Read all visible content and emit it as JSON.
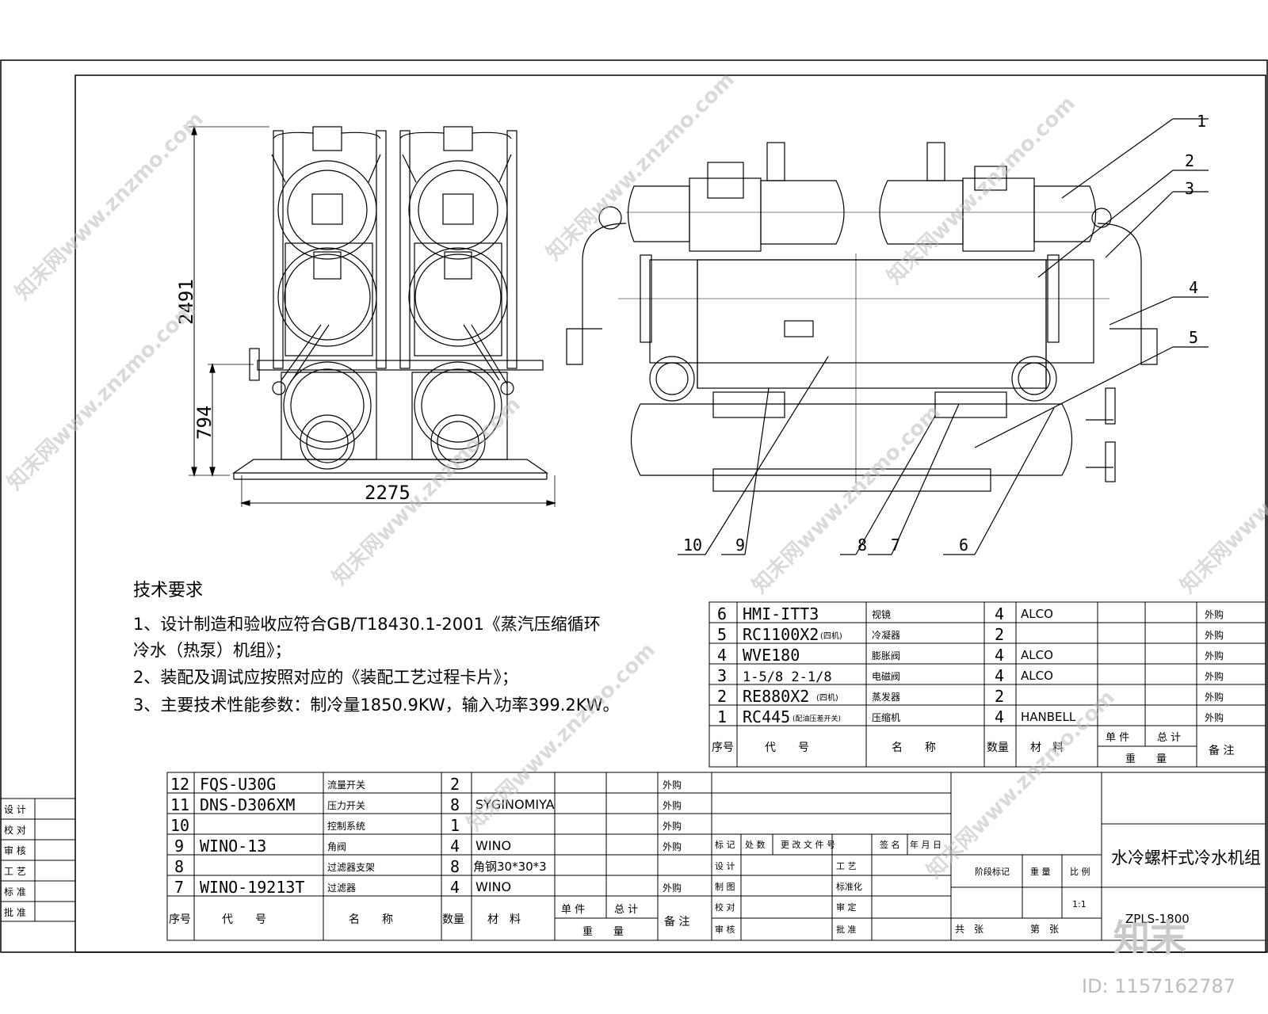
{
  "drawing": {
    "dimensions": {
      "height_total": "2491",
      "height_lower": "794",
      "width": "2275"
    },
    "balloons": [
      "1",
      "2",
      "3",
      "4",
      "5",
      "6",
      "7",
      "8",
      "9",
      "10"
    ]
  },
  "technical_requirements": {
    "title": "技术要求",
    "lines": [
      "1、设计制造和验收应符合GB/T18430.1-2001《蒸汽压缩循环",
      "冷水（热泵）机组》；",
      "2、装配及调试应按照对应的《装配工艺过程卡片》；",
      "3、主要技术性能参数：制冷量1850.9KW，输入功率399.2KW。"
    ]
  },
  "bom_upper": {
    "rows": [
      {
        "no": "6",
        "code": "HMI-ITT3",
        "name": "视镜",
        "qty": "4",
        "material": "ALCO",
        "note": "外购"
      },
      {
        "no": "5",
        "code": "RC1100X2",
        "code_note": "(四机)",
        "name": "冷凝器",
        "qty": "2",
        "material": "",
        "note": "外购"
      },
      {
        "no": "4",
        "code": "WVE180",
        "name": "膨胀阀",
        "qty": "4",
        "material": "ALCO",
        "note": "外购"
      },
      {
        "no": "3",
        "code": "1-5/8 2-1/8",
        "name": "电磁阀",
        "qty": "4",
        "material": "ALCO",
        "note": "外购"
      },
      {
        "no": "2",
        "code": "RE880X2",
        "code_note": "(四机)",
        "name": "蒸发器",
        "qty": "2",
        "material": "",
        "note": "外购"
      },
      {
        "no": "1",
        "code": "RC445",
        "code_note": "(配油压差开关)",
        "name": "压缩机",
        "qty": "4",
        "material": "HANBELL",
        "note": "外购"
      }
    ],
    "header": {
      "no": "序号",
      "code": "代　　号",
      "name": "名　　称",
      "qty": "数量",
      "material": "材　料",
      "unit": "单 件",
      "total": "总 计",
      "weight": "重　　量",
      "note": "备 注"
    }
  },
  "bom_lower": {
    "rows": [
      {
        "no": "12",
        "code": "FQS-U30G",
        "name": "流量开关",
        "qty": "2",
        "material": "",
        "note": "外购"
      },
      {
        "no": "11",
        "code": "DNS-D306XM",
        "name": "压力开关",
        "qty": "8",
        "material": "SYGINOMIYA",
        "note": "外购"
      },
      {
        "no": "10",
        "code": "",
        "name": "控制系统",
        "qty": "1",
        "material": "",
        "note": "外购"
      },
      {
        "no": "9",
        "code": "WINO-13",
        "name": "角阀",
        "qty": "4",
        "material": "WINO",
        "note": "外购"
      },
      {
        "no": "8",
        "code": "",
        "name": "过滤器支架",
        "qty": "8",
        "material": "角钢30*30*3",
        "note": ""
      },
      {
        "no": "7",
        "code": "WINO-19213T",
        "name": "过滤器",
        "qty": "4",
        "material": "WINO",
        "note": "外购"
      }
    ],
    "header": {
      "no": "序号",
      "code": "代　　号",
      "name": "名　　称",
      "qty": "数量",
      "material": "材　料",
      "unit": "单 件",
      "total": "总 计",
      "weight": "重　　量",
      "note": "备 注"
    }
  },
  "signoff": {
    "labels": [
      "设 计",
      "校 对",
      "审 核",
      "工 艺",
      "标 准",
      "批 准"
    ]
  },
  "title_block": {
    "title": "水冷螺杆式冷水机组",
    "drawing_no": "ZPLS-1800",
    "rev_row": [
      "标 记",
      "处 数",
      "更 改 文 件 号",
      "签 名",
      "年 月 日"
    ],
    "roles": [
      "设 计",
      "制 图",
      "校 对",
      "审 核"
    ],
    "roles_right": [
      "工 艺",
      "标准化",
      "审 定",
      "批 准"
    ],
    "stage": "阶段标记",
    "weight": "重 量",
    "scale": "比 例",
    "scale_val": "1:1",
    "sheets_total": "共　张",
    "sheet_no": "第　张"
  },
  "watermark": {
    "site": "知末网www.znzmo.com",
    "logo": "知末",
    "id": "ID: 1157162787"
  }
}
